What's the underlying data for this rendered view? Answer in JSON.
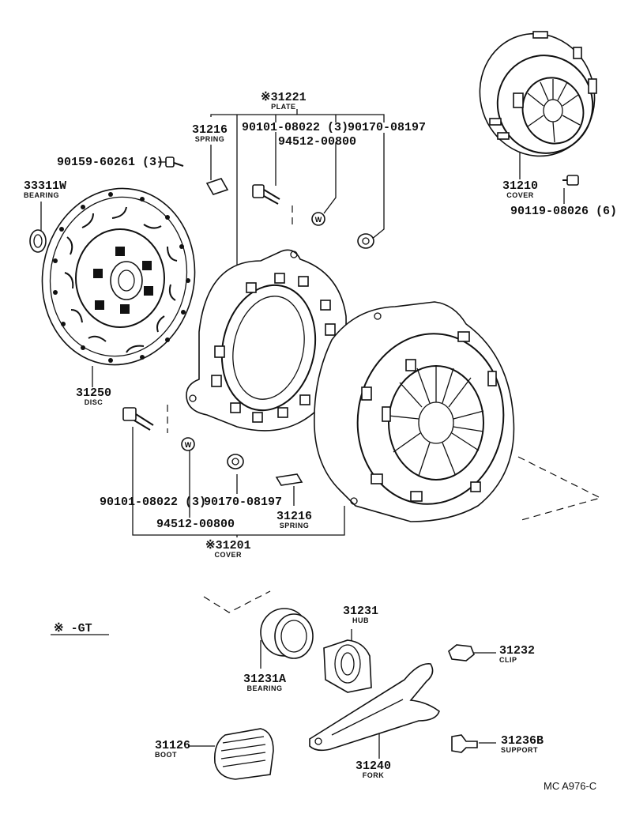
{
  "legend": {
    "text": "※ -GT"
  },
  "ref": {
    "text": "MC  A976-C"
  },
  "parts": {
    "p31221": {
      "num": "※31221",
      "name": "PLATE"
    },
    "p31216a": {
      "num": "31216",
      "name": "SPRING"
    },
    "p90101a": {
      "num": "90101-08022 (3)"
    },
    "p94512a": {
      "num": "94512-00800"
    },
    "p90170a": {
      "num": "90170-08197"
    },
    "p90159": {
      "num": "90159-60261 (3)"
    },
    "p33311": {
      "num": "33311W",
      "name": "BEARING"
    },
    "p31250": {
      "num": "31250",
      "name": "DISC"
    },
    "p31210": {
      "num": "31210",
      "name": "COVER"
    },
    "p90119": {
      "num": "90119-08026 (6)"
    },
    "p90101b": {
      "num": "90101-08022 (3)"
    },
    "p90170b": {
      "num": "90170-08197"
    },
    "p94512b": {
      "num": "94512-00800"
    },
    "p31216b": {
      "num": "31216",
      "name": "SPRING"
    },
    "p31201": {
      "num": "※31201",
      "name": "COVER"
    },
    "p31231": {
      "num": "31231",
      "name": "HUB"
    },
    "p31231a": {
      "num": "31231A",
      "name": "BEARING"
    },
    "p31232": {
      "num": "31232",
      "name": "CLIP"
    },
    "p31126": {
      "num": "31126",
      "name": "BOOT"
    },
    "p31236b": {
      "num": "31236B",
      "name": "SUPPORT"
    },
    "p31240": {
      "num": "31240",
      "name": "FORK"
    }
  }
}
